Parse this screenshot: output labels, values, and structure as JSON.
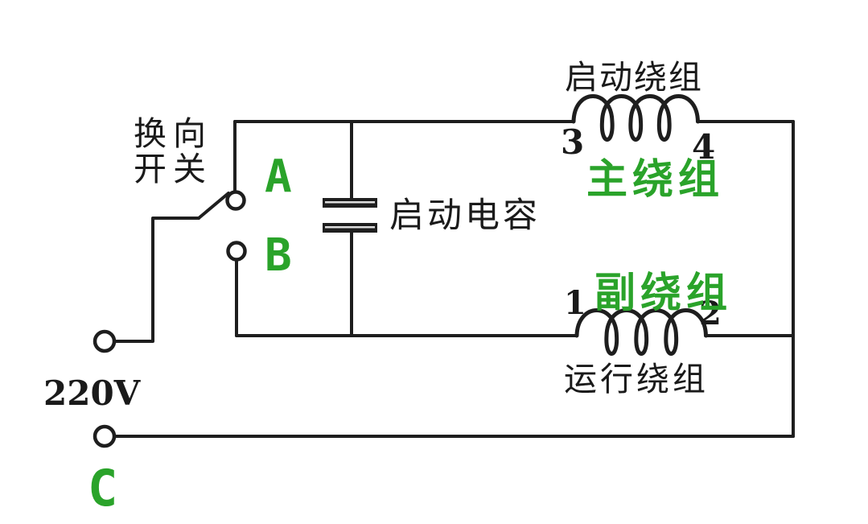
{
  "labels": {
    "switch_line1": "换向",
    "switch_line2": "开关",
    "contact_a": "A",
    "contact_b": "B",
    "terminal_c": "C",
    "supply_voltage": "220V",
    "start_capacitor": "启动电容",
    "start_winding": "启动绕组",
    "main_winding": "主绕组",
    "aux_winding": "副绕组",
    "run_winding": "运行绕组",
    "pin_1": "1",
    "pin_2": "2",
    "pin_3": "3",
    "pin_4": "4"
  },
  "colors": {
    "wire": "#1e1e1e",
    "label_black": "#1a1a1a",
    "label_green": "#2aa32a",
    "background": "#ffffff"
  }
}
